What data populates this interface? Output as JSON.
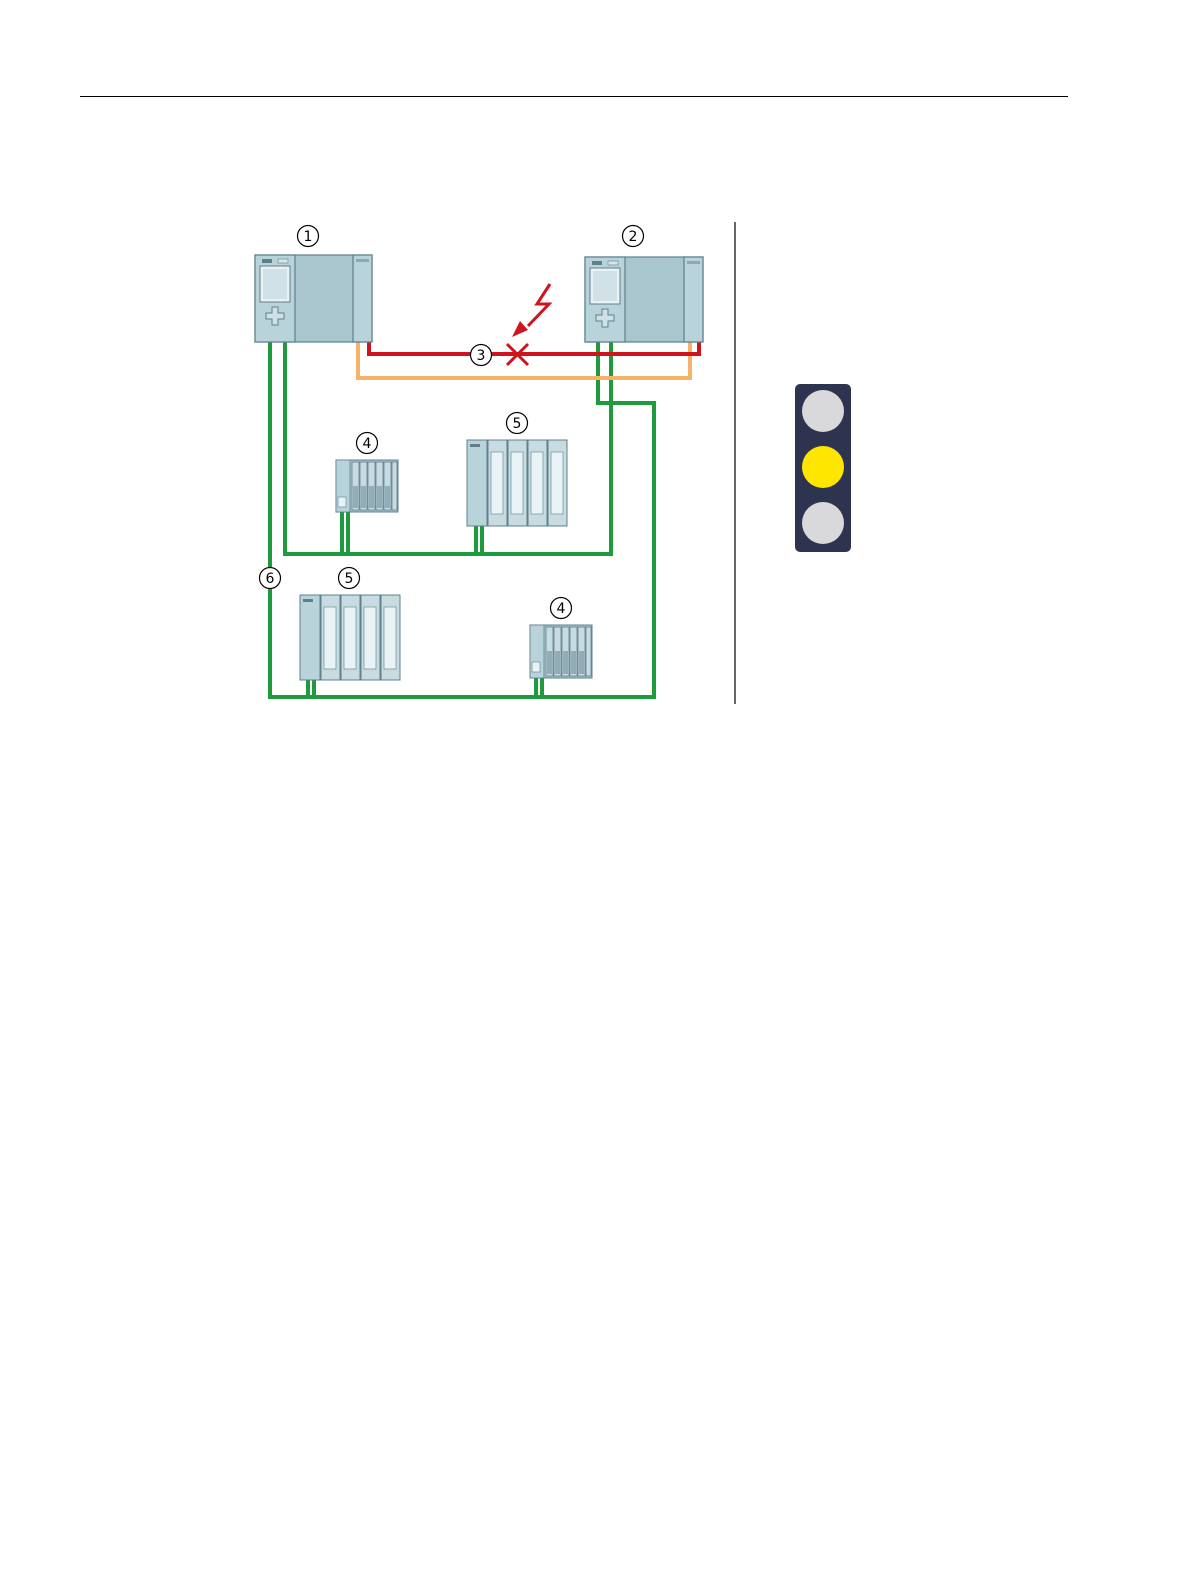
{
  "callouts": {
    "cpu_primary": "1",
    "cpu_backup": "2",
    "redundancy_link": "3",
    "et200sp_station": "4",
    "et200mp_station": "5",
    "profinet_ring": "6"
  },
  "colors": {
    "profinet_ring": "#1e9b3c",
    "sync_link_failed": "#d0141e",
    "sync_link_intact": "#f5b36a",
    "fault_marker": "#d0141e",
    "module_fill": "#a9c6cf",
    "module_edge": "#5e7f8c",
    "traffic_light_body": "#2e3350",
    "traffic_light_off": "#d9d9dc",
    "traffic_light_on": "#ffe600"
  },
  "traffic_light": {
    "top": "off",
    "middle": "on",
    "bottom": "off"
  },
  "icons": [
    "lightning-icon",
    "cross-fault-icon"
  ]
}
